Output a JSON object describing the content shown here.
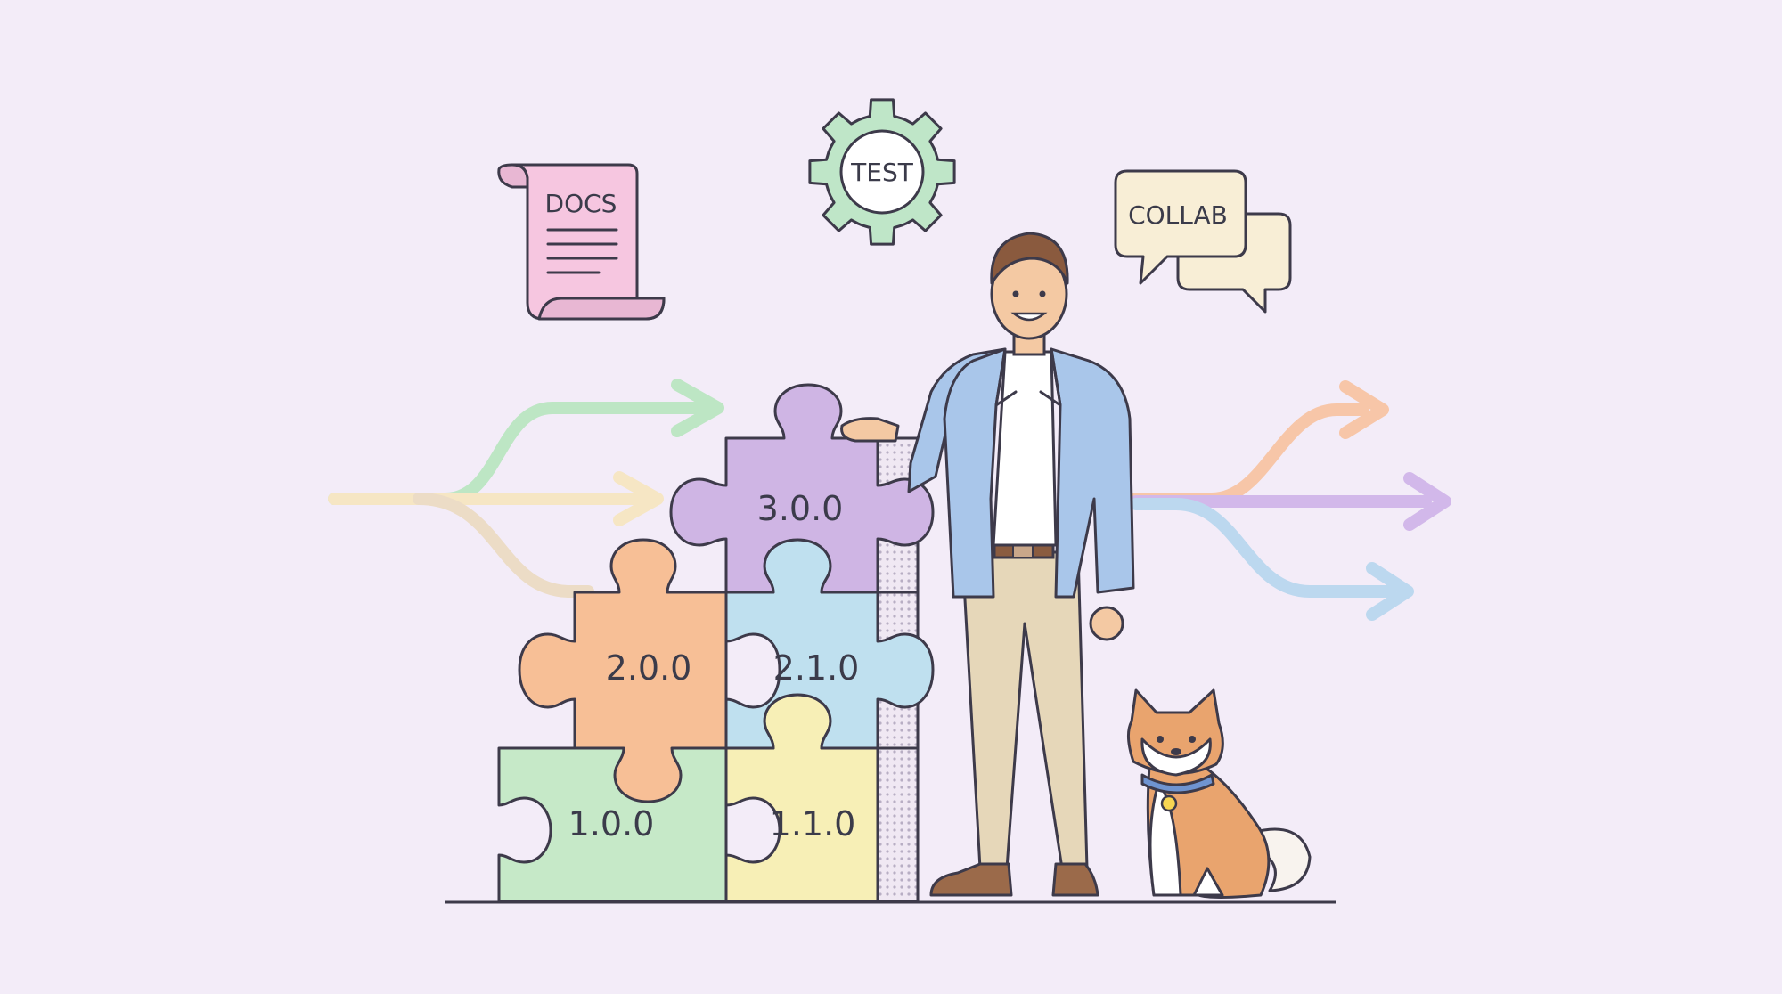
{
  "icons": {
    "docs": {
      "label": "DOCS",
      "color": "#f6c6e0"
    },
    "test": {
      "label": "TEST",
      "color": "#bfe6c8"
    },
    "collab": {
      "label": "COLLAB",
      "color": "#f8eed6"
    }
  },
  "puzzle": {
    "pieces": [
      {
        "version": "1.0.0",
        "color": "#c6e9c8"
      },
      {
        "version": "1.1.0",
        "color": "#f7efb6"
      },
      {
        "version": "2.0.0",
        "color": "#f7bf96"
      },
      {
        "version": "2.1.0",
        "color": "#bfe0ef"
      },
      {
        "version": "3.0.0",
        "color": "#cfb5e4"
      }
    ]
  },
  "arrows": {
    "incoming": [
      "#bde6c4",
      "#f6e6c4",
      "#ecdcc6"
    ],
    "outgoing": [
      "#f7c6a8",
      "#d2b8ea",
      "#bcd8ef"
    ]
  },
  "characters": {
    "man_jacket_color": "#a9c6ea",
    "dog_color": "#e9a46e"
  }
}
